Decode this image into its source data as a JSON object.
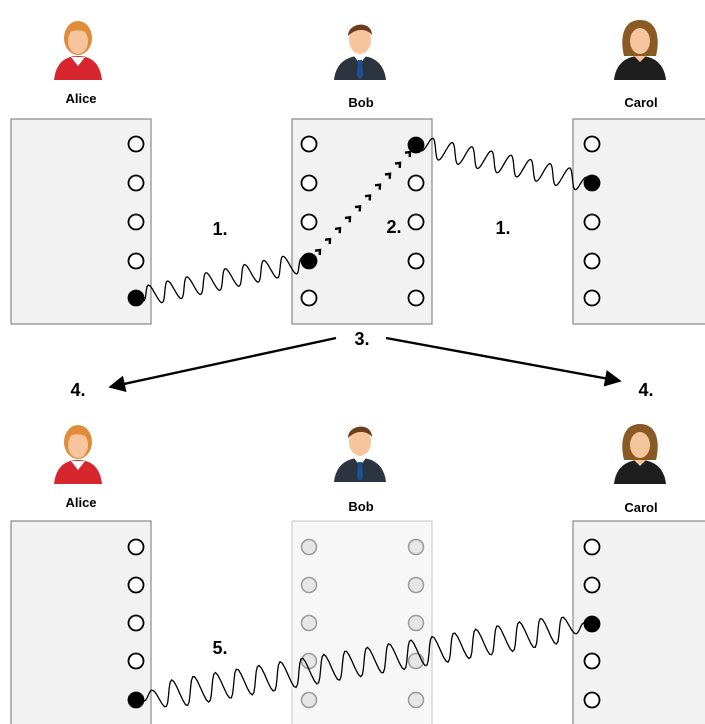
{
  "people": {
    "alice_top": "Alice",
    "bob_top": "Bob",
    "carol_top": "Carol",
    "alice_bottom": "Alice",
    "bob_bottom": "Bob",
    "carol_bottom": "Carol"
  },
  "steps": {
    "left_entangle": "1.",
    "right_entangle": "1.",
    "bob_swap": "2.",
    "broadcast": "3.",
    "notify_alice": "4.",
    "notify_carol": "4.",
    "final_link": "5."
  },
  "colors": {
    "panel_fill": "#f2f2f2",
    "panel_stroke": "#888888",
    "qubit_used": "#000000",
    "qubit_free": "#ffffff",
    "faded_panel_fill": "#f7f7f7",
    "faded_qubit": "#e6e6e6",
    "shirt_red": "#d8262f",
    "suit_dark": "#2c3440",
    "tie_blue": "#1b4f9c",
    "skin": "#f6c49d",
    "hair_ginger": "#e08c3a",
    "hair_brown": "#6e3d1b",
    "hair_carol": "#8a5a25"
  },
  "icons": {
    "alice": "woman-red-shirt-avatar",
    "bob": "man-suit-avatar",
    "carol": "woman-black-top-avatar"
  }
}
